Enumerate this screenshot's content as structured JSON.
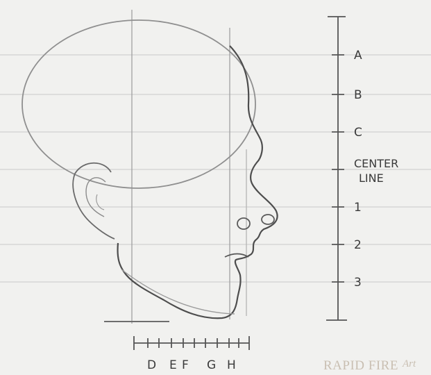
{
  "scale_labels": {
    "a": "A",
    "b": "B",
    "c": "C",
    "center_line_1": "CENTER",
    "center_line_2": "LINE",
    "n1": "1",
    "n2": "2",
    "n3": "3"
  },
  "ruler_labels": [
    "D",
    "E",
    "F",
    "G",
    "H"
  ],
  "watermark": {
    "main": "RAPID FIRE",
    "script": "Art"
  }
}
